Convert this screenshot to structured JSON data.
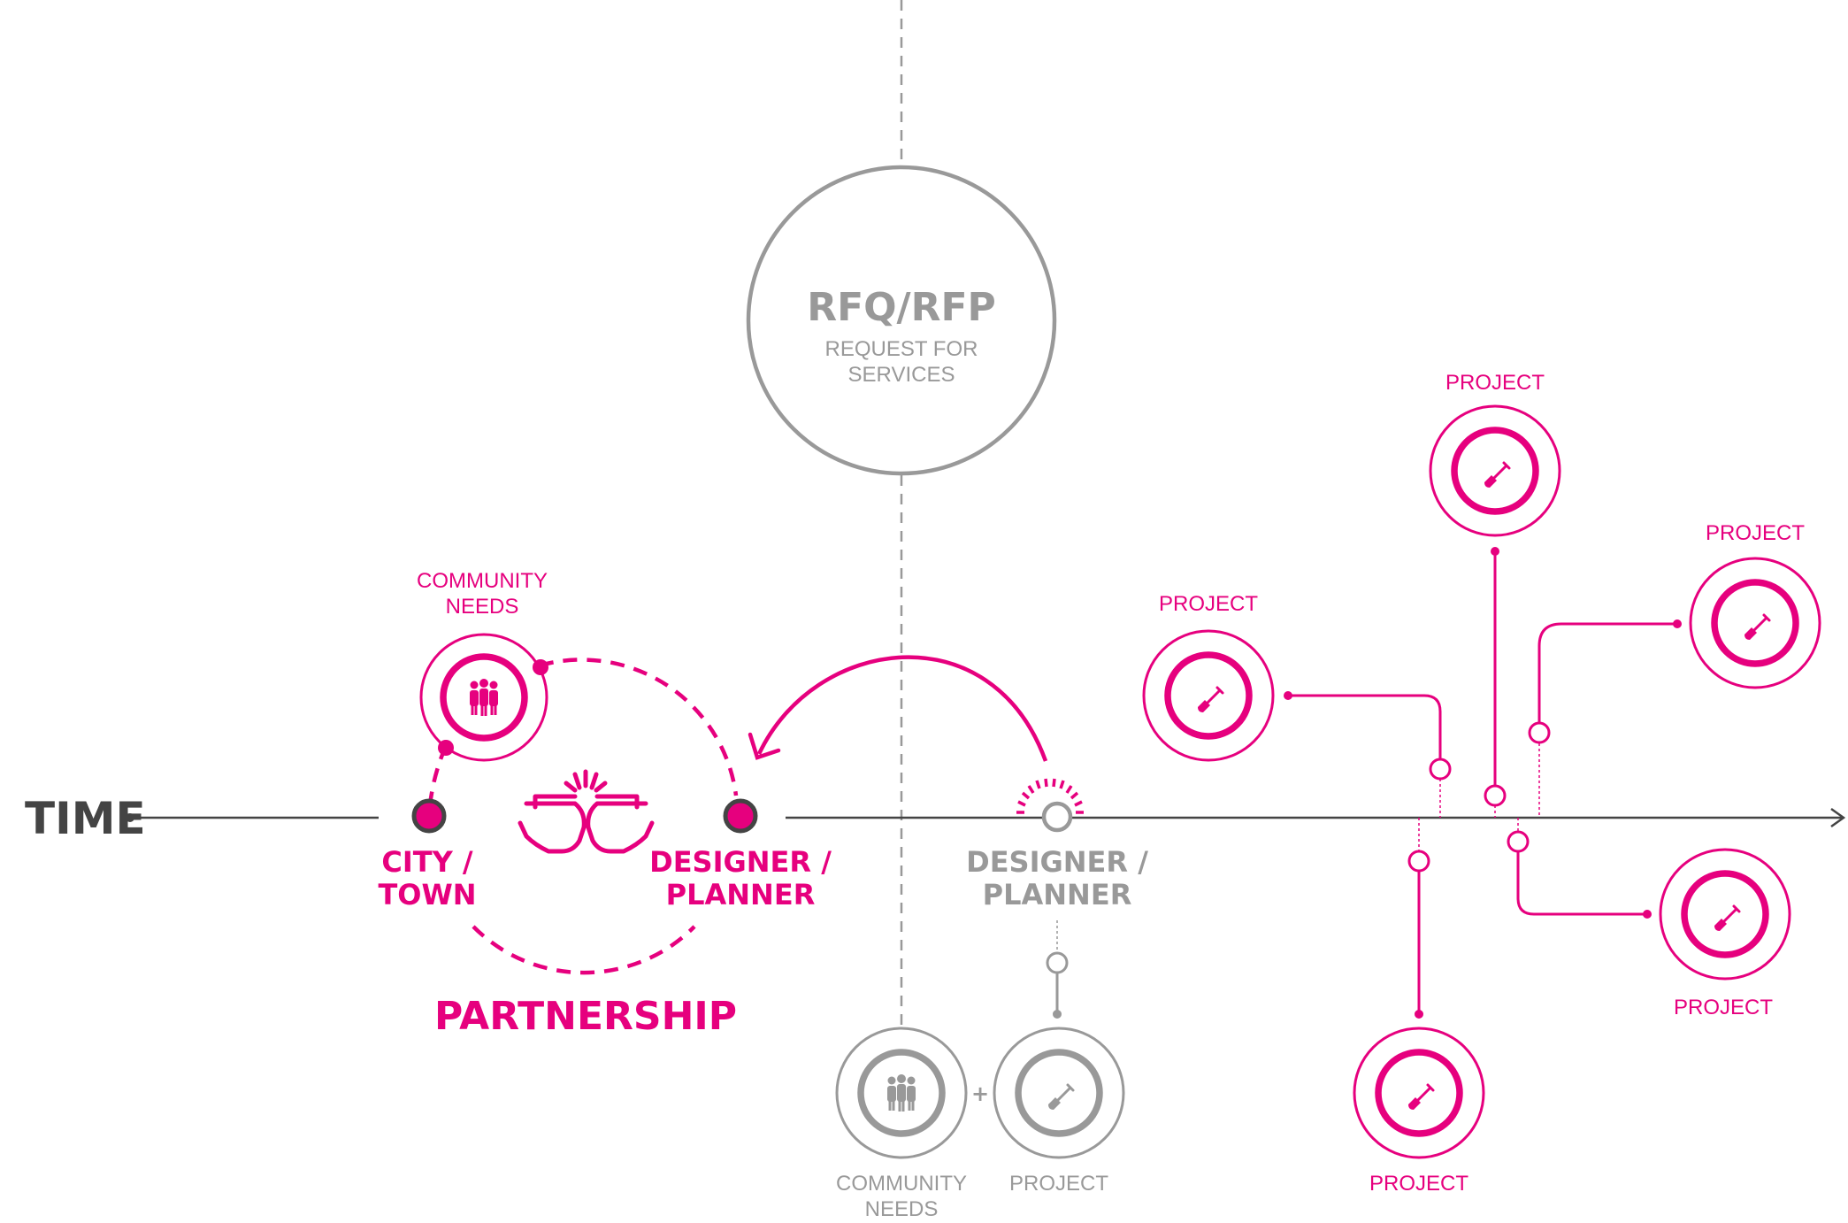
{
  "colors": {
    "accent": "#e6007e",
    "muted": "#999999",
    "dark": "#444444"
  },
  "axis": {
    "label": "TIME"
  },
  "rfq": {
    "title": "RFQ/RFP",
    "sub1": "REQUEST FOR",
    "sub2": "SERVICES"
  },
  "partnership": {
    "label": "PARTNERSHIP",
    "community": {
      "line1": "COMMUNITY",
      "line2": "NEEDS",
      "icon": "people-icon"
    },
    "city": {
      "line1": "CITY /",
      "line2": "TOWN"
    },
    "designer": {
      "line1": "DESIGNER /",
      "line2": "PLANNER"
    },
    "handshake_icon": "fist-bump-icon"
  },
  "traditional": {
    "designer": {
      "line1": "DESIGNER /",
      "line2": "PLANNER"
    },
    "community": {
      "line1": "COMMUNITY",
      "line2": "NEEDS",
      "icon": "people-icon"
    },
    "plus": "+",
    "project": {
      "label": "PROJECT",
      "icon": "shovel-icon"
    }
  },
  "projects": [
    {
      "label": "PROJECT",
      "icon": "shovel-icon"
    },
    {
      "label": "PROJECT",
      "icon": "shovel-icon"
    },
    {
      "label": "PROJECT",
      "icon": "shovel-icon"
    },
    {
      "label": "PROJECT",
      "icon": "shovel-icon"
    },
    {
      "label": "PROJECT",
      "icon": "shovel-icon"
    }
  ]
}
